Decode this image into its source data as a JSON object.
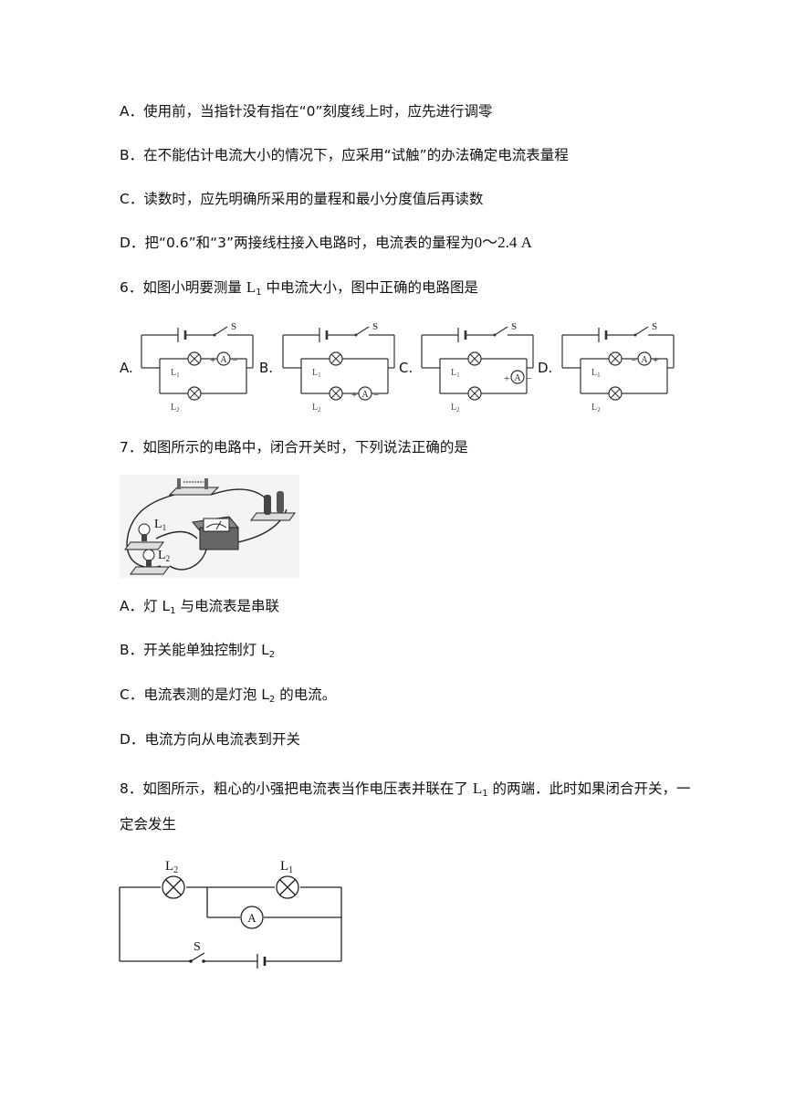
{
  "q5": {
    "opt_a": {
      "label": "A．",
      "text": "使用前，当指针没有指在“0”刻度线上时，应先进行调零"
    },
    "opt_b": {
      "label": "B．",
      "text": "在不能估计电流大小的情况下，应采用“试触”的办法确定电流表量程"
    },
    "opt_c": {
      "label": "C．",
      "text": "读数时，应先明确所采用的量程和最小分度值后再读数"
    },
    "opt_d": {
      "label": "D．",
      "text_pre": "把“0.6”和“3”两接线柱接入电路时，电流表的量程为",
      "text_range": "0～2.4 A"
    }
  },
  "q6": {
    "number": "6．",
    "stem_pre": "如图小明要测量 ",
    "stem_l": "L",
    "stem_sub": "1",
    "stem_post": " 中电流大小，图中正确的电路图是",
    "choice_labels": [
      "A.",
      "B.",
      "C.",
      "D."
    ],
    "diagram_labels": {
      "switch": "S",
      "lamp1": "L",
      "lamp1_sub": "1",
      "lamp2": "L",
      "lamp2_sub": "2",
      "ammeter": "A",
      "plus": "+",
      "minus": "−"
    }
  },
  "q7": {
    "number": "7．",
    "stem": "如图所示的电路中，闭合开关时，下列说法正确的是",
    "photo_labels": {
      "lamp1": "L",
      "lamp1_sub": "1",
      "lamp2": "L",
      "lamp2_sub": "2"
    },
    "opt_a": {
      "label": "A．",
      "pre": "灯 L",
      "sub": "1",
      "post": " 与电流表是串联"
    },
    "opt_b": {
      "label": "B．",
      "pre": "开关能单独控制灯 L",
      "sub": "2",
      "post": ""
    },
    "opt_c": {
      "label": "C．",
      "pre": "电流表测的是灯泡 L",
      "sub": "2",
      "post": " 的电流。"
    },
    "opt_d": {
      "label": "D．",
      "text": "电流方向从电流表到开关"
    }
  },
  "q8": {
    "number": "8．",
    "stem_pre": "如图所示，粗心的小强把电流表当作电压表并联在了 ",
    "stem_l": "L",
    "stem_sub": "1",
    "stem_post": " 的两端．此时如果闭合开关，一",
    "stem_line2": "定会发生",
    "diagram": {
      "lamp2": "L",
      "lamp2_sub": "2",
      "lamp1": "L",
      "lamp1_sub": "1",
      "ammeter": "A",
      "switch": "S"
    }
  }
}
